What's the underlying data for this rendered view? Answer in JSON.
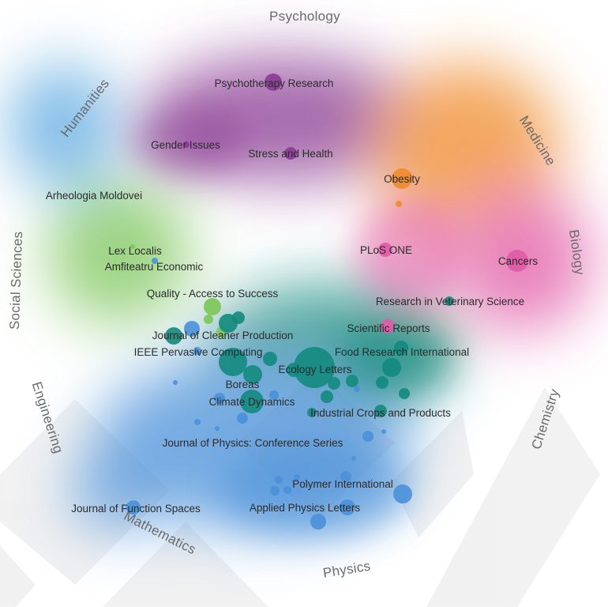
{
  "colors": {
    "psychology": "#8a3a93",
    "medicine": "#f08a2c",
    "biology": "#e25aa6",
    "social_sciences": "#7cc55a",
    "ecology": "#138a7e",
    "physics": "#4a90d9",
    "humanities": "#5aa7e0"
  },
  "disciplines": [
    {
      "id": "psychology",
      "label": "Psychology"
    },
    {
      "id": "humanities",
      "label": "Humanities"
    },
    {
      "id": "medicine",
      "label": "Medicine"
    },
    {
      "id": "biology",
      "label": "Biology"
    },
    {
      "id": "social-sciences",
      "label": "Social Sciences"
    },
    {
      "id": "engineering",
      "label": "Engineering"
    },
    {
      "id": "chemistry",
      "label": "Chemistry"
    },
    {
      "id": "mathematics",
      "label": "Mathematics"
    },
    {
      "id": "physics",
      "label": "Physics"
    }
  ],
  "journals": [
    {
      "id": "psychotherapy-research",
      "label": "Psychotherapy Research"
    },
    {
      "id": "gender-issues",
      "label": "Gender Issues"
    },
    {
      "id": "stress-and-health",
      "label": "Stress and Health"
    },
    {
      "id": "obesity",
      "label": "Obesity"
    },
    {
      "id": "arheologia-moldovei",
      "label": "Arheologia Moldovei"
    },
    {
      "id": "lex-localis",
      "label": "Lex Localis"
    },
    {
      "id": "amfiteatru-economic",
      "label": "Amfiteatru Economic"
    },
    {
      "id": "plos-one",
      "label": "PLoS ONE"
    },
    {
      "id": "cancers",
      "label": "Cancers"
    },
    {
      "id": "quality-access-to-success",
      "label": "Quality - Access to Success"
    },
    {
      "id": "research-in-veterinary-science",
      "label": "Research in Veterinary Science"
    },
    {
      "id": "scientific-reports",
      "label": "Scientific Reports"
    },
    {
      "id": "journal-of-cleaner-production",
      "label": "Journal of Cleaner Production"
    },
    {
      "id": "ieee-pervasive-computing",
      "label": "IEEE Pervasive Computing"
    },
    {
      "id": "food-research-international",
      "label": "Food Research International"
    },
    {
      "id": "ecology-letters",
      "label": "Ecology Letters"
    },
    {
      "id": "boreas",
      "label": "Boreas"
    },
    {
      "id": "climate-dynamics",
      "label": "Climate Dynamics"
    },
    {
      "id": "industrial-crops-and-products",
      "label": "Industrial Crops and Products"
    },
    {
      "id": "journal-of-physics-conference-series",
      "label": "Journal of Physics: Conference Series"
    },
    {
      "id": "polymer-international",
      "label": "Polymer International"
    },
    {
      "id": "journal-of-function-spaces",
      "label": "Journal of Function Spaces"
    },
    {
      "id": "applied-physics-letters",
      "label": "Applied Physics Letters"
    }
  ]
}
